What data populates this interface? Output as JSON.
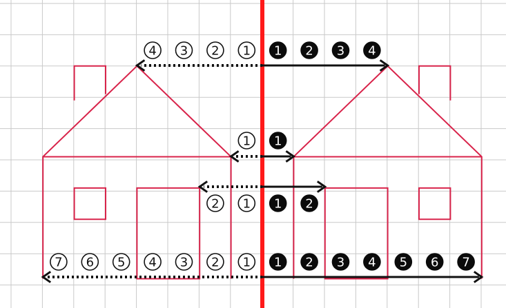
{
  "colors": {
    "grid": "#c9c9c9",
    "house": "#d8234a",
    "mirror_axis": "#ff1a1a",
    "arrow": "#111111"
  },
  "rows": [
    {
      "id": "roof-peak",
      "count": 4,
      "left_labels": [
        "④",
        "③",
        "②",
        "①"
      ],
      "right_labels": [
        "❶",
        "❷",
        "❸",
        "❹"
      ]
    },
    {
      "id": "wall-corner",
      "count": 1,
      "left_labels": [
        "①"
      ],
      "right_labels": [
        "❶"
      ]
    },
    {
      "id": "door-edge",
      "count": 2,
      "left_labels": [
        "②",
        "①"
      ],
      "right_labels": [
        "❶",
        "❷"
      ]
    },
    {
      "id": "base",
      "count": 7,
      "left_labels": [
        "⑦",
        "⑥",
        "⑤",
        "④",
        "③",
        "②",
        "①"
      ],
      "right_labels": [
        "❶",
        "❷",
        "❸",
        "❹",
        "❺",
        "❻",
        "❼"
      ]
    }
  ]
}
